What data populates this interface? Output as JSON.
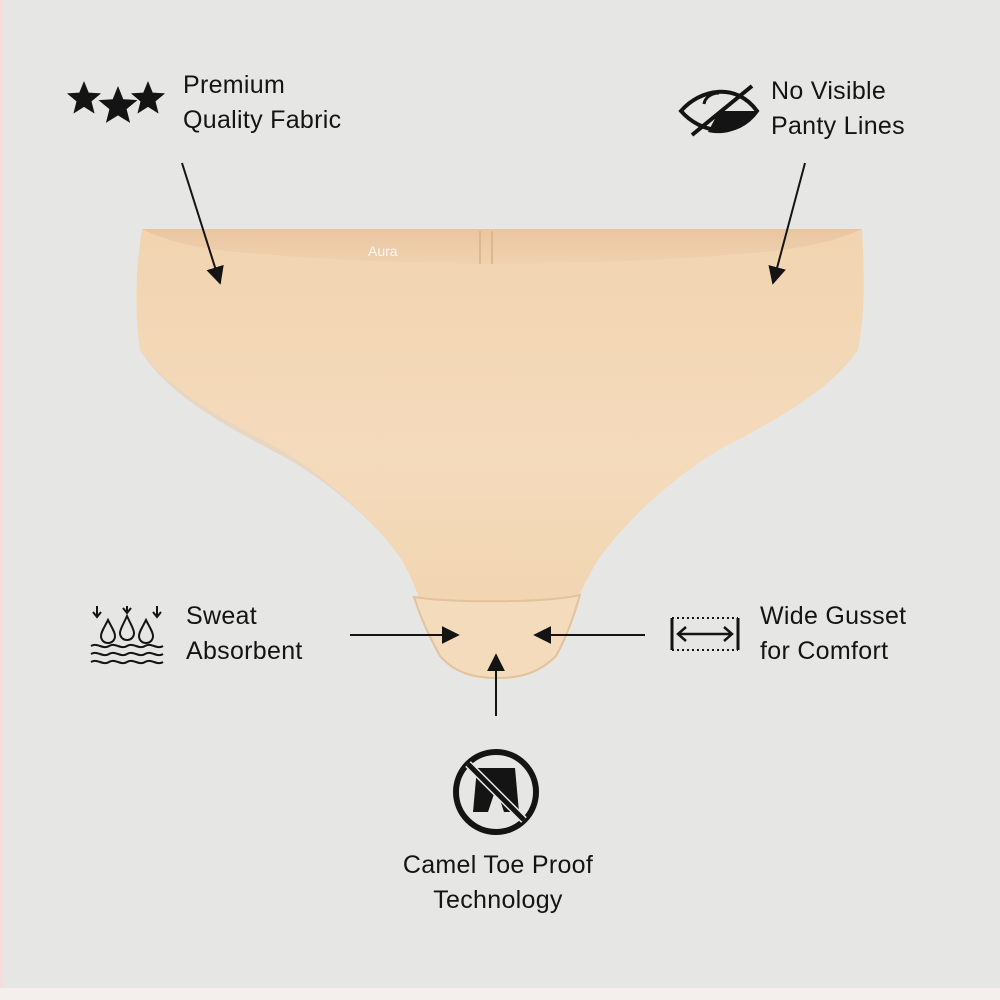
{
  "product": {
    "brand_mark": "Aura",
    "colors": {
      "background": "#e6e6e4",
      "fabric": "#f3d9b8",
      "ink": "#141414"
    }
  },
  "features": {
    "premium": {
      "icon": "three-stars-icon",
      "line1": "Premium",
      "line2": "Quality Fabric"
    },
    "no_lines": {
      "icon": "eye-slash-icon",
      "line1": "No Visible",
      "line2": "Panty Lines"
    },
    "sweat": {
      "icon": "water-drops-icon",
      "line1": "Sweat",
      "line2": "Absorbent"
    },
    "gusset": {
      "icon": "width-arrows-icon",
      "line1": "Wide Gusset",
      "line2": "for Comfort"
    },
    "camel": {
      "icon": "no-shorts-icon",
      "line1": "Camel Toe Proof",
      "line2": "Technology"
    }
  }
}
